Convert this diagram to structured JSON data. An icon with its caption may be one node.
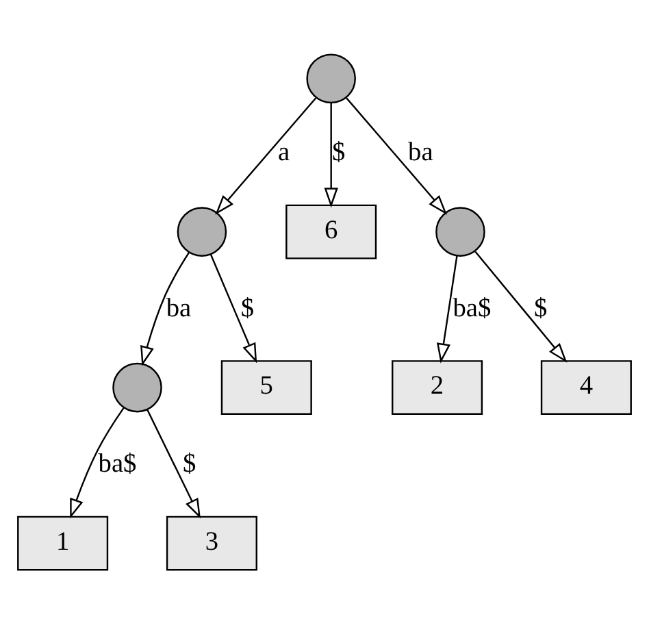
{
  "diagram": {
    "nodes": [
      {
        "text": [],
        "shape": "circle"
      },
      {
        "text": [],
        "shape": "circle"
      },
      {
        "text": [
          "6"
        ]
      },
      {
        "text": [],
        "shape": "circle"
      },
      {
        "text": [],
        "shape": "circle"
      },
      {
        "text": [
          "5"
        ]
      },
      {
        "text": [
          "2"
        ]
      },
      {
        "text": [
          "4"
        ]
      },
      {
        "text": [
          "1"
        ]
      },
      {
        "text": [
          "3"
        ]
      }
    ],
    "edges": [
      {
        "from": 0,
        "to": 1,
        "arrow": "to",
        "label": "a"
      },
      {
        "from": 0,
        "to": 2,
        "arrow": "to",
        "label": "$"
      },
      {
        "from": 0,
        "to": 3,
        "arrow": "to",
        "label": "ba"
      },
      {
        "from": 1,
        "to": 4,
        "arrow": "to",
        "label": "ba"
      },
      {
        "from": 1,
        "to": 5,
        "arrow": "to",
        "label": "$"
      },
      {
        "from": 3,
        "to": 6,
        "arrow": "to",
        "label": "ba$"
      },
      {
        "from": 3,
        "to": 7,
        "arrow": "to",
        "label": "$"
      },
      {
        "from": 4,
        "to": 8,
        "arrow": "to",
        "label": "ba$"
      },
      {
        "from": 4,
        "to": 9,
        "arrow": "to",
        "label": "$"
      }
    ]
  }
}
